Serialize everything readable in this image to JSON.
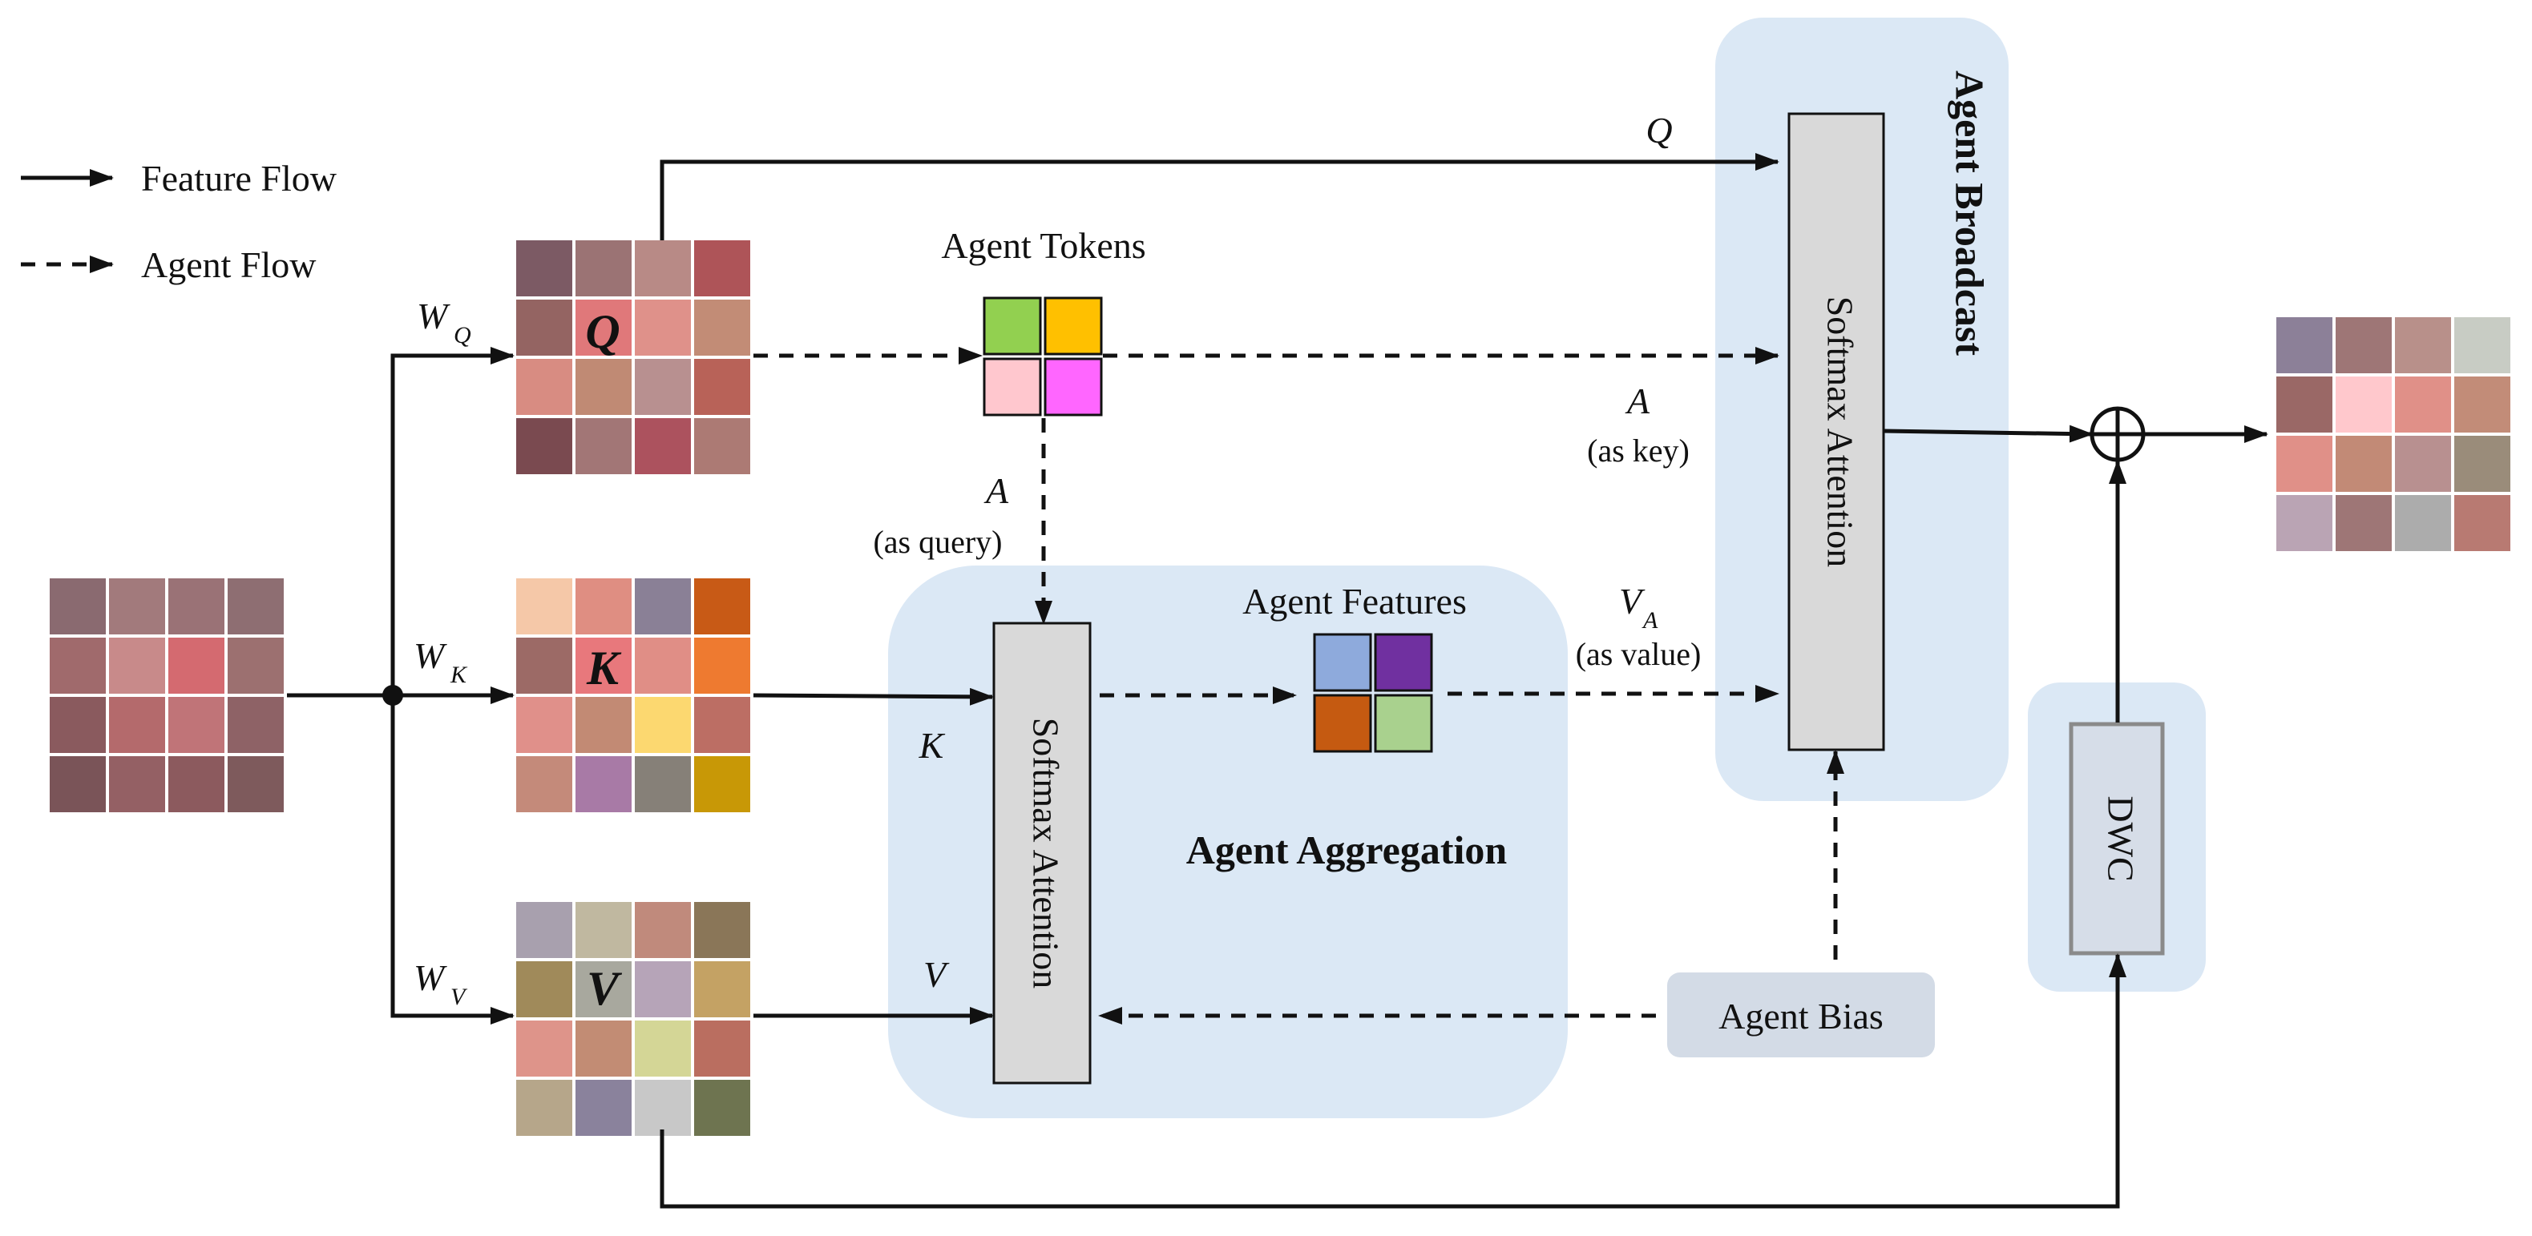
{
  "legend": {
    "feature_flow": "Feature Flow",
    "agent_flow": "Agent Flow"
  },
  "labels": {
    "w": "W",
    "w_q_sub": "Q",
    "w_k_sub": "K",
    "w_v_sub": "V",
    "q_letter": "Q",
    "k_letter": "K",
    "v_letter": "V",
    "agent_tokens": "Agent Tokens",
    "q_top": "Q",
    "a_key": "A",
    "as_key": "(as key)",
    "a_query": "A",
    "as_query": "(as query)",
    "agent_features": "Agent Features",
    "v_a": "V",
    "v_a_sub": "A",
    "as_value": "(as value)",
    "k_in": "K",
    "v_in": "V",
    "softmax_left": "Softmax Attention",
    "softmax_right": "Softmax Attention",
    "agent_aggregation": "Agent Aggregation",
    "agent_broadcast": "Agent Broadcast",
    "agent_bias": "Agent Bias",
    "dwc": "DWC",
    "plus": "⊕"
  },
  "colors": {
    "panel_blue": "#dbe8f5",
    "softmax_fill": "#d9d9d9",
    "bias_fill": "#d3dbe6",
    "dwc_fill": "#d6dde8",
    "dwc_border": "#8a8a8a"
  },
  "grids": {
    "input": [
      "#8a6a70",
      "#a27a7c",
      "#9a7276",
      "#8e6e72",
      "#a06a6c",
      "#c88a8a",
      "#d46a70",
      "#9c7070",
      "#8a5a5e",
      "#b46a6c",
      "#c07478",
      "#8e6266",
      "#7a5458",
      "#946064",
      "#8c5a5e",
      "#7e5a5c"
    ],
    "q": [
      "#7c5a64",
      "#9b7374",
      "#b88a86",
      "#ae5458",
      "#946462",
      "#e0787a",
      "#df918a",
      "#c28c76",
      "#d88c82",
      "#c08a74",
      "#b89090",
      "#b86258",
      "#7a4a50",
      "#a27676",
      "#ac525e",
      "#ac7a74"
    ],
    "k": [
      "#f5c8a8",
      "#df8e82",
      "#8a8096",
      "#c85a16",
      "#9c6a66",
      "#e8787c",
      "#e08e86",
      "#ee7a30",
      "#e0908a",
      "#c28a74",
      "#fcd870",
      "#bc6e64",
      "#c48a7a",
      "#a87aa6",
      "#868078",
      "#c89806"
    ],
    "v": [
      "#a8a0ae",
      "#c0b8a0",
      "#c08a7c",
      "#8a7658",
      "#a08a5a",
      "#a8a89e",
      "#b6a4b8",
      "#c4a264",
      "#de948a",
      "#c28c74",
      "#d4d696",
      "#ba6e60",
      "#b6a68a",
      "#8a829c",
      "#c8c8c8",
      "#6e7450"
    ],
    "out": [
      "#8c8098",
      "#9e7676",
      "#b8908a",
      "#c8ccc4",
      "#9a6866",
      "#ffc8cc",
      "#e09088",
      "#c28c78",
      "#e09088",
      "#c28a76",
      "#b89090",
      "#9a8c7a",
      "#baa4b4",
      "#9e7676",
      "#acacac",
      "#b87a72"
    ],
    "agent_tokens": [
      "#92d050",
      "#ffc000",
      "#ffc7ce",
      "#ff66ff"
    ],
    "agent_features": [
      "#8eaadc",
      "#7030a0",
      "#c55a11",
      "#a9d18e"
    ]
  }
}
